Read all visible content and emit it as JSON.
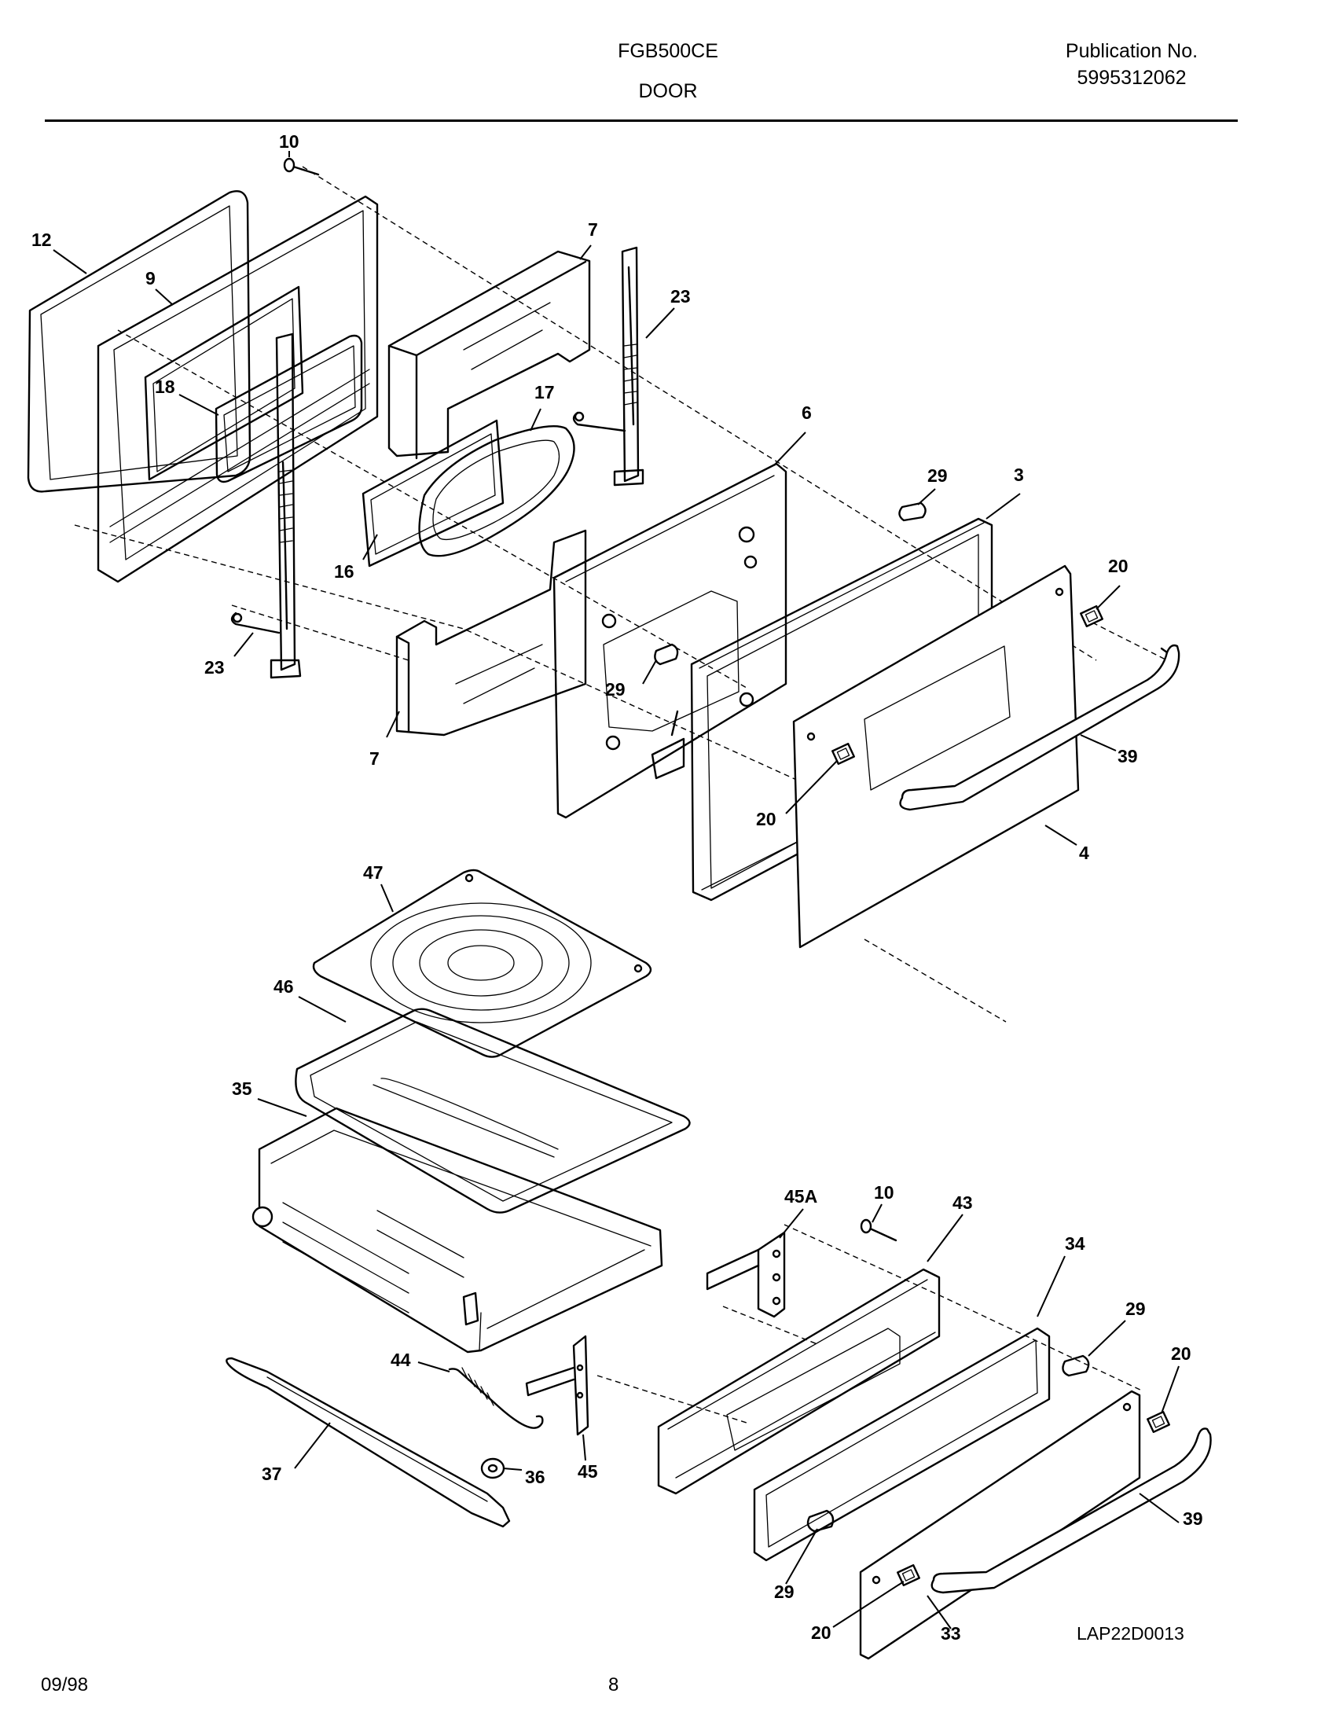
{
  "header": {
    "model": "FGB500CE",
    "section": "DOOR",
    "publication_label": "Publication No.",
    "publication_number": "5995312062"
  },
  "footer": {
    "date": "09/98",
    "page": "8"
  },
  "diagram": {
    "drawing_code": "LAP22D0013",
    "callouts": [
      "10",
      "12",
      "9",
      "18",
      "7",
      "23",
      "17",
      "6",
      "29",
      "3",
      "20",
      "16",
      "23",
      "29",
      "39",
      "7",
      "20",
      "4",
      "47",
      "46",
      "35",
      "45A",
      "10",
      "43",
      "34",
      "29",
      "20",
      "44",
      "37",
      "36",
      "45",
      "39",
      "29",
      "20",
      "33"
    ]
  }
}
